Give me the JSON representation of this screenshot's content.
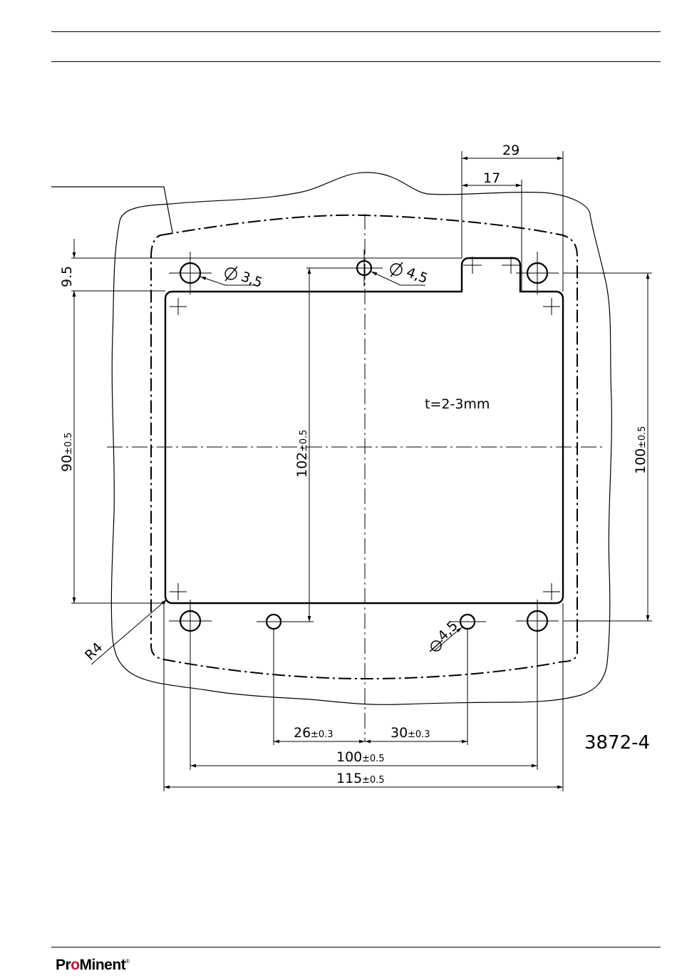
{
  "drawing": {
    "thickness_note": "t=2-3mm",
    "figure_id": "3872-4",
    "dims": {
      "top_29": "29",
      "top_17": "17",
      "left_9_5": "9.5",
      "left_90": "90",
      "left_90_tol": "±0.5",
      "center_102": "102",
      "center_102_tol": "±0.5",
      "right_100": "100",
      "right_100_tol": "±0.5",
      "bottom_26": "26",
      "bottom_26_tol": "±0.3",
      "bottom_30": "30",
      "bottom_30_tol": "±0.3",
      "bottom_100": "100",
      "bottom_100_tol": "±0.5",
      "bottom_115": "115",
      "bottom_115_tol": "±0.5",
      "hole_3_5": "3,5",
      "hole_4_5_top": "4,5",
      "hole_4_5_bottom": "4,5",
      "radius": "R4"
    }
  },
  "footer": {
    "brand_pre": "Pr",
    "brand_o": "o",
    "brand_post": "Minent",
    "brand_reg": "®"
  }
}
